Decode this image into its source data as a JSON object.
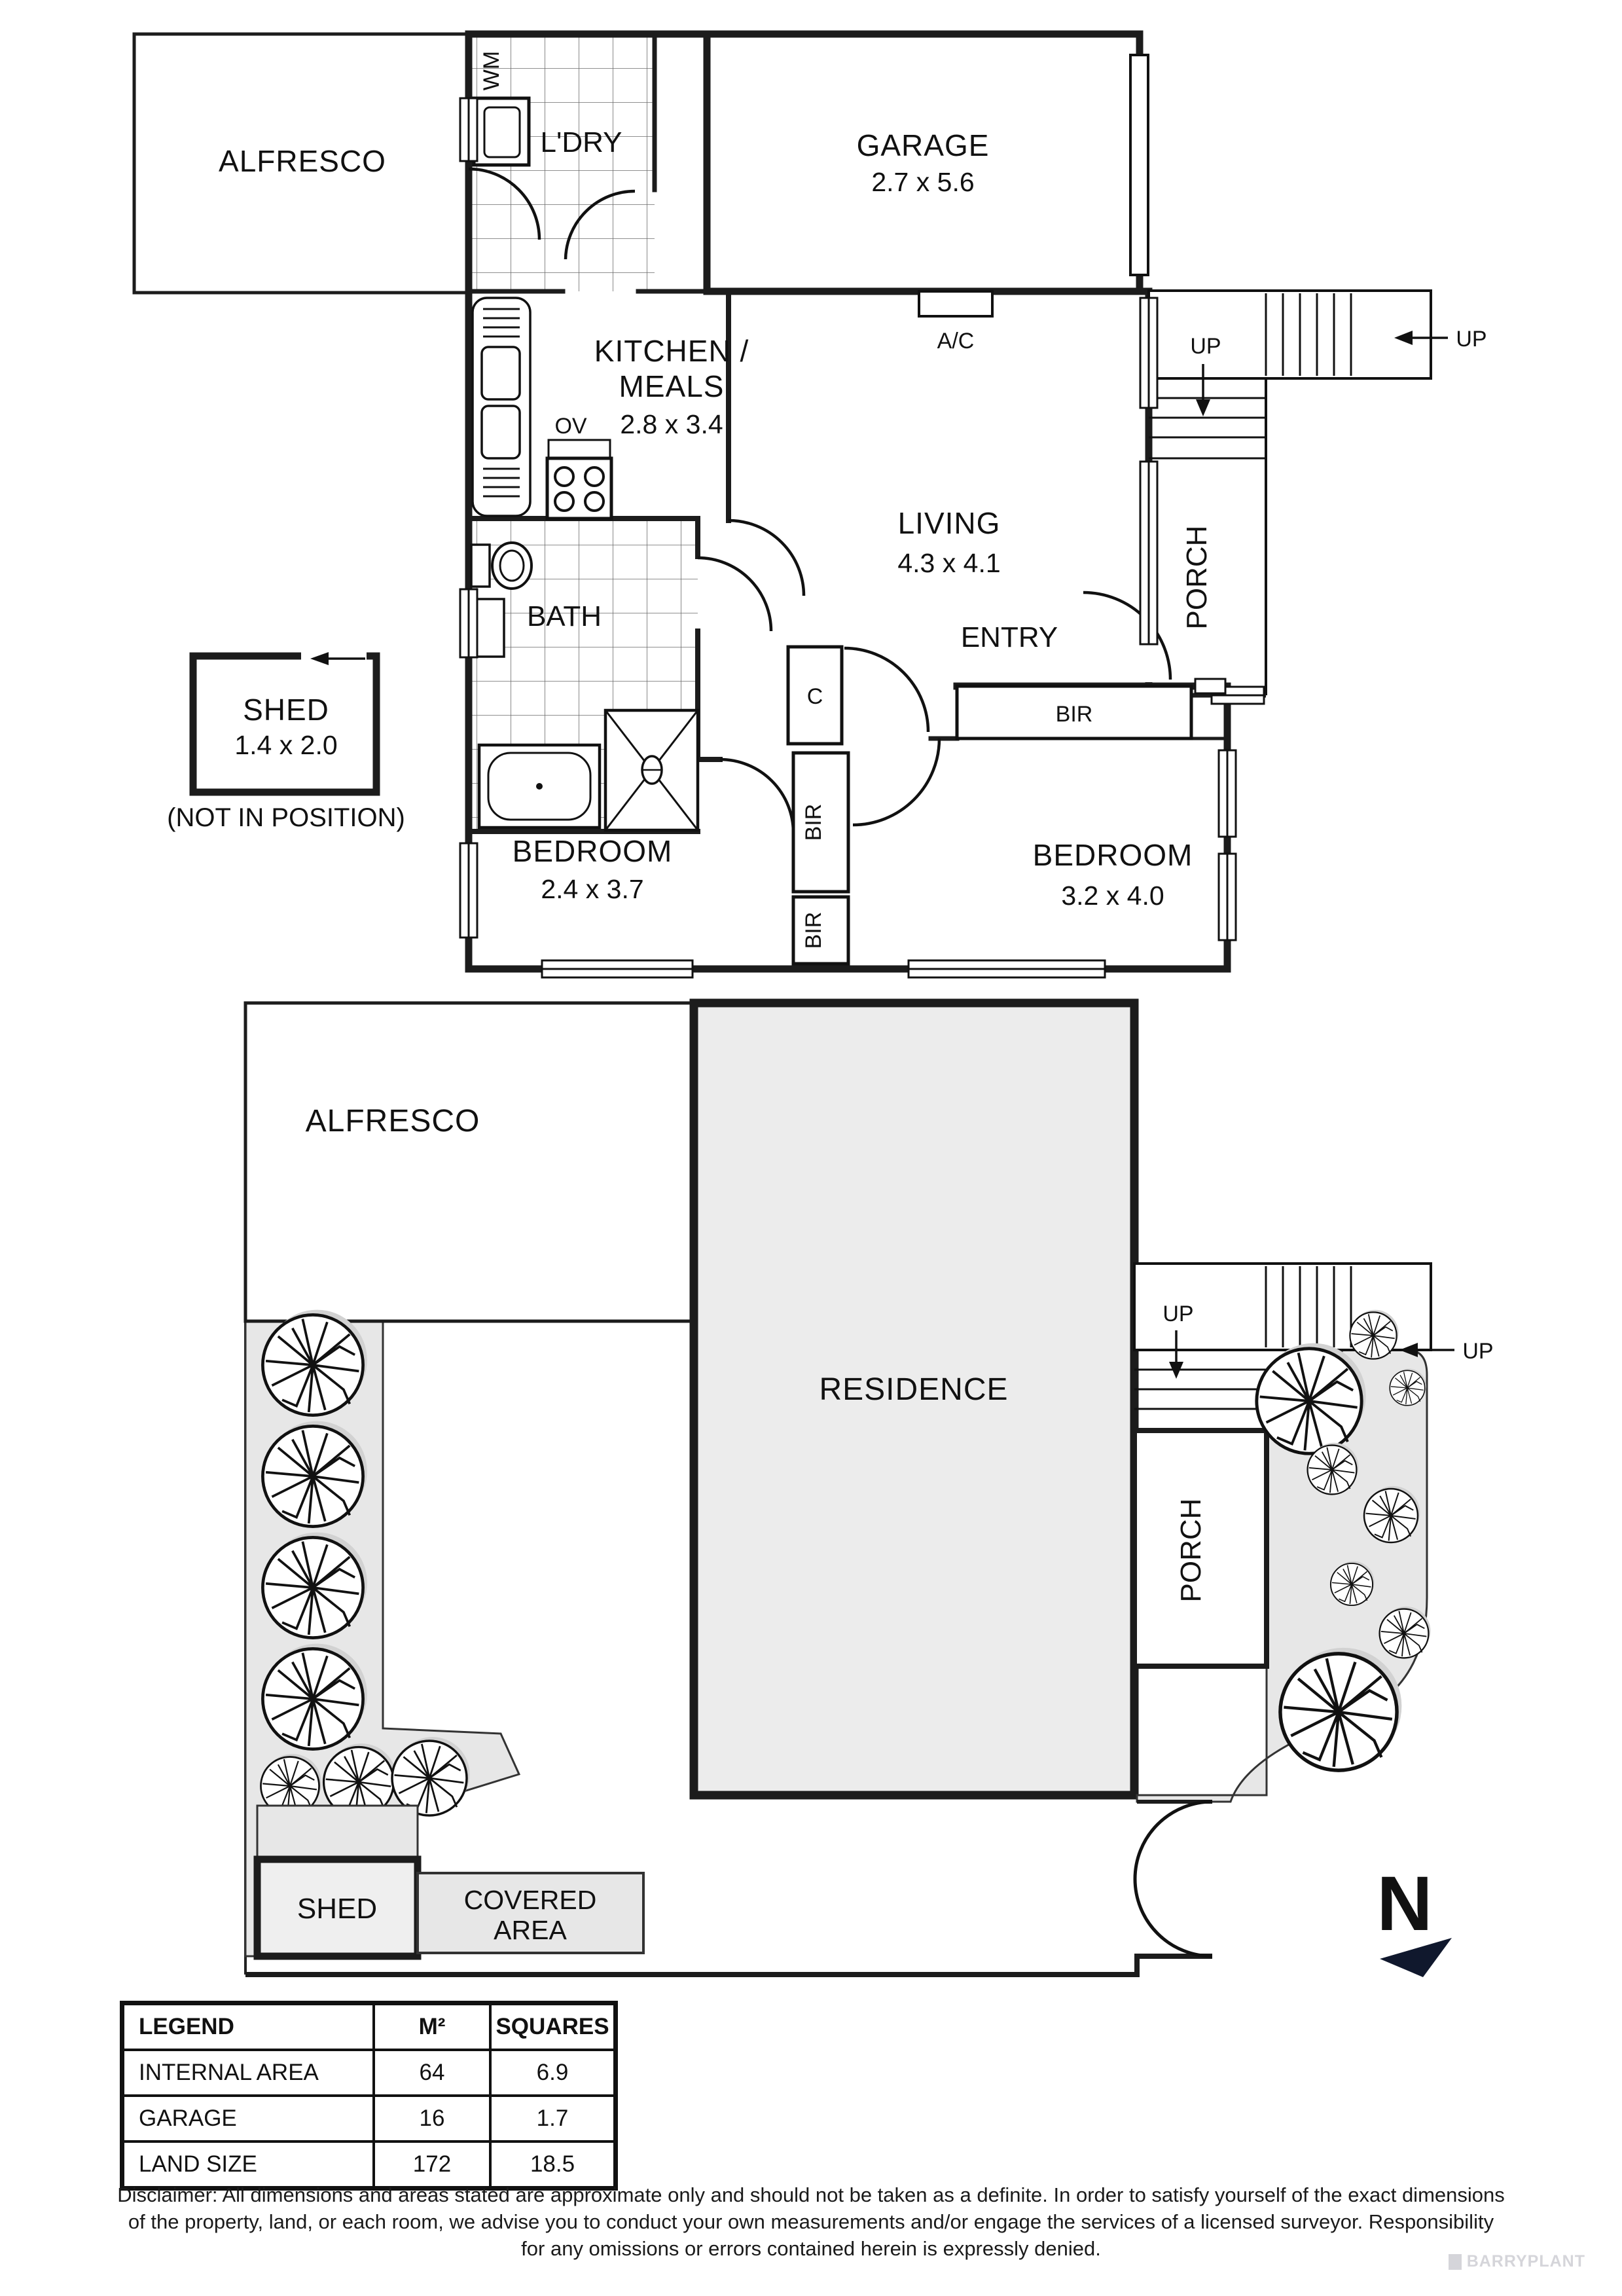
{
  "floor_plan": {
    "rooms": {
      "alfresco": {
        "label": "ALFRESCO"
      },
      "laundry": {
        "label": "L'DRY"
      },
      "garage": {
        "label": "GARAGE",
        "dims": "2.7 x 5.6"
      },
      "kitchen": {
        "label_line1": "KITCHEN /",
        "label_line2": "MEALS",
        "dims": "2.8 x 3.4"
      },
      "living": {
        "label": "LIVING",
        "dims": "4.3 x 4.1"
      },
      "entry": {
        "label": "ENTRY"
      },
      "bath": {
        "label": "BATH"
      },
      "porch": {
        "label": "PORCH"
      },
      "bedroom1": {
        "label": "BEDROOM",
        "dims": "2.4 x 3.7"
      },
      "bedroom2": {
        "label": "BEDROOM",
        "dims": "3.2 x 4.0"
      },
      "shed": {
        "label": "SHED",
        "dims": "1.4 x 2.0",
        "note": "(NOT IN POSITION)"
      }
    },
    "fixtures": {
      "wm": "WM",
      "ov": "OV",
      "ac": "A/C",
      "c": "C",
      "bir": "BIR",
      "up": "UP"
    }
  },
  "site_plan": {
    "alfresco": "ALFRESCO",
    "residence": "RESIDENCE",
    "porch": "PORCH",
    "up": "UP",
    "shed": "SHED",
    "covered_area_line1": "COVERED",
    "covered_area_line2": "AREA",
    "north": "N"
  },
  "legend": {
    "headers": [
      "LEGEND",
      "M²",
      "SQUARES"
    ],
    "rows": [
      {
        "label": "INTERNAL AREA",
        "m2": "64",
        "squares": "6.9"
      },
      {
        "label": "GARAGE",
        "m2": "16",
        "squares": "1.7"
      },
      {
        "label": "LAND SIZE",
        "m2": "172",
        "squares": "18.5"
      }
    ]
  },
  "disclaimer": {
    "line1": "Disclaimer: All dimensions and areas stated are approximate only and should not be taken as a definite. In order to satisfy yourself of the exact dimensions",
    "line2": "of the property, land, or each room, we advise you to conduct your own measurements and/or engage the services of a licensed surveyor. Responsibility",
    "line3": "for any omissions or errors contained herein is expressly denied."
  },
  "watermark": "BARRYPLANT",
  "colors": {
    "wall": "#1c1c1c",
    "residence_fill": "#ececec",
    "garden_fill": "#e7e7e7",
    "north": "#10182d"
  }
}
